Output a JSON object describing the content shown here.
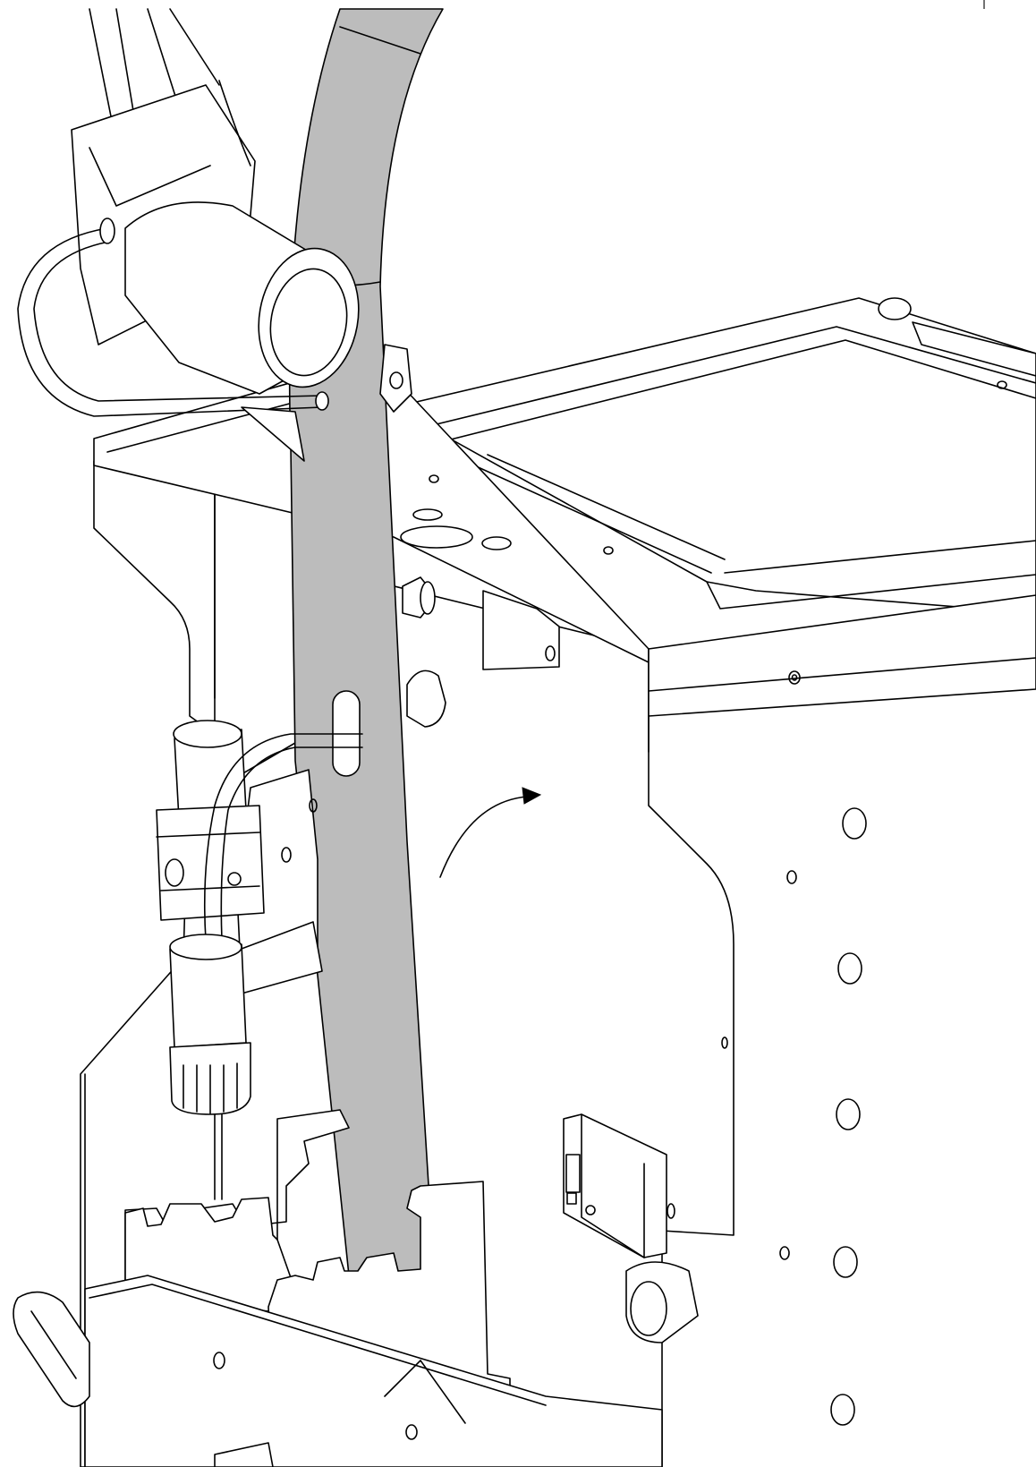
{
  "figure": {
    "kind": "technical-line-drawing",
    "text_labels": [],
    "colors": {
      "line": "#000000",
      "background": "#ffffff",
      "highlighted_hose": "#bcbcbc"
    },
    "callouts": [
      {
        "name": "rotation-arrow",
        "meaning": "rotate-clockwise"
      }
    ]
  }
}
